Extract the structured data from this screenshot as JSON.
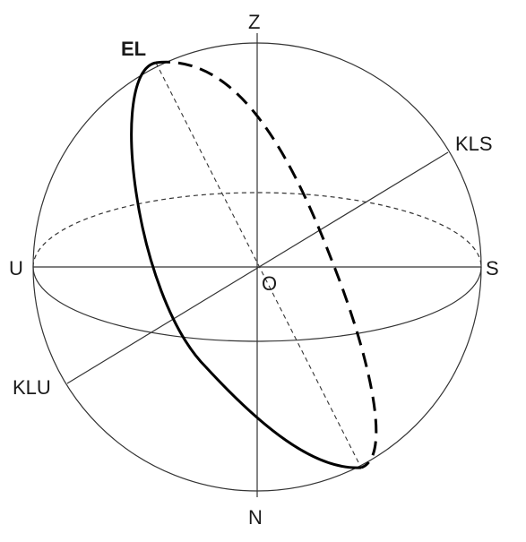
{
  "diagram": {
    "labels": {
      "zenith": "Z",
      "nadir": "N",
      "north": "U",
      "south": "S",
      "origin": "O",
      "north_celestial_pole": "KLU",
      "south_celestial_pole": "KLS",
      "ecliptic": "EL"
    }
  }
}
